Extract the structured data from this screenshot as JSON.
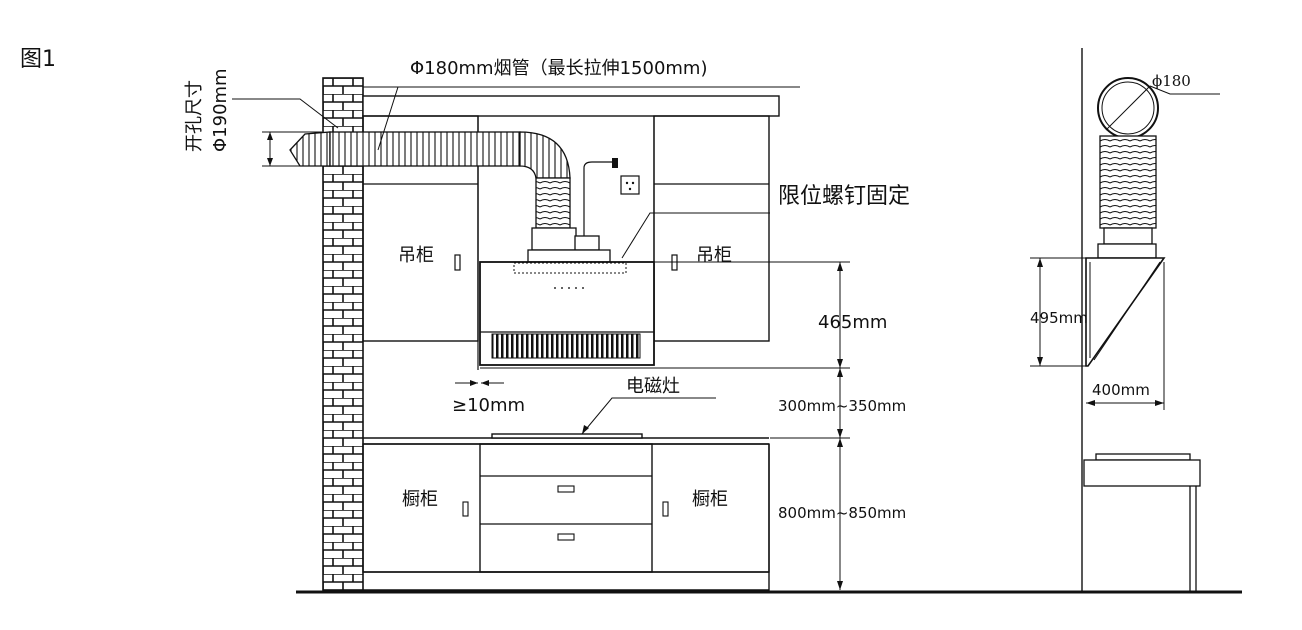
{
  "figure_label": "图1",
  "labels": {
    "hole_size_title": "开孔尺寸",
    "hole_size_value": "Φ190mm",
    "duct": "Φ180mm烟管（最长拉伸1500mm)",
    "limit_screw": "限位螺钉固定",
    "wall_cabinet_left": "吊柜",
    "wall_cabinet_right": "吊柜",
    "hood_height": "465mm",
    "min_gap": "≥10mm",
    "induction_cooker": "电磁灶",
    "hood_to_cooker": "300mm~350mm",
    "base_cabinet_left": "橱柜",
    "base_cabinet_right": "橱柜",
    "counter_height": "800mm~850mm",
    "side_duct_dia": "ϕ180",
    "side_height": "495mm",
    "side_depth": "400mm"
  }
}
